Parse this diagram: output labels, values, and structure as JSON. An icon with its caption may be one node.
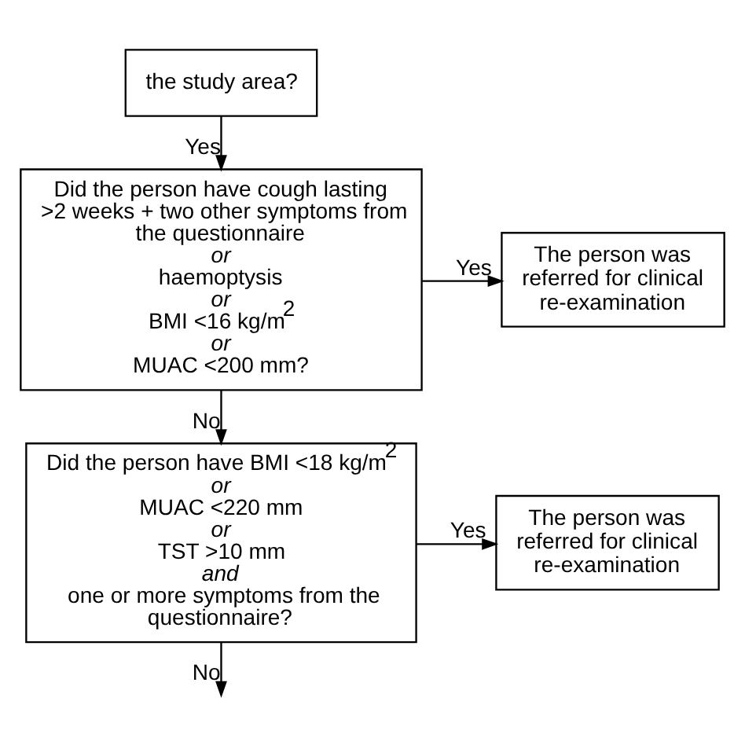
{
  "diagram": {
    "nodes": [
      {
        "text": [
          "the study area?"
        ]
      },
      {
        "text": [
          "Did the person have cough lasting >2 weeks + two other symptoms from the questionnaire",
          "*or*",
          "haemoptysis",
          "*or*",
          "BMI <16 kg/m$^{2}$",
          "*or*",
          "MUAC <200 mm?"
        ]
      },
      {
        "text": [
          "The person was referred for clinical re-examination"
        ]
      },
      {
        "text": [
          "Did the person have BMI <18 kg/m$^{2}$",
          "*or*",
          "MUAC <220 mm",
          "*or*",
          "TST >10 mm",
          "*and*",
          "one or more symptoms from the questionnaire?"
        ]
      },
      {
        "text": [
          "The person was referred for clinical re-examination"
        ]
      }
    ],
    "edges": [
      {
        "from": 0,
        "to": 1,
        "arrow": "to",
        "label": "Yes"
      },
      {
        "from": 1,
        "to": 2,
        "arrow": "to",
        "label": "Yes"
      },
      {
        "from": 1,
        "to": 3,
        "arrow": "to",
        "label": "No"
      },
      {
        "from": 3,
        "to": 4,
        "arrow": "to",
        "label": "Yes"
      },
      {
        "from": 3,
        "to": null,
        "arrow": "to",
        "label": "No"
      }
    ]
  }
}
